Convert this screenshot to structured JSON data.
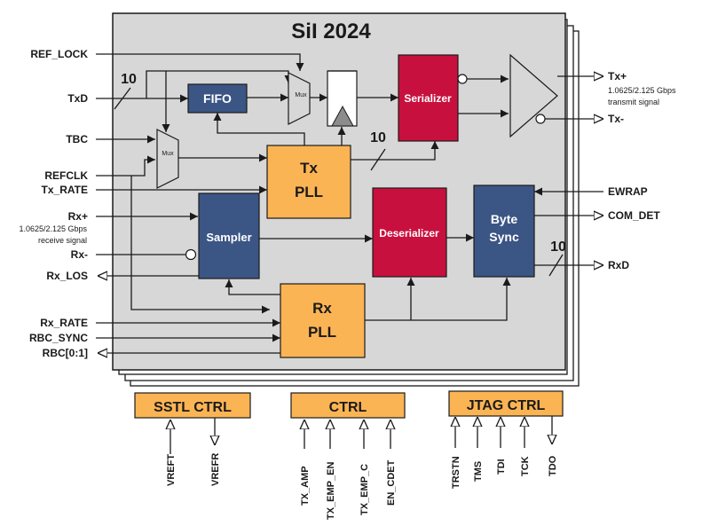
{
  "chip": {
    "title": "SiI 2024"
  },
  "blocks": {
    "fifo": "FIFO",
    "serializer": "Serializer",
    "tx_pll_1": "Tx",
    "tx_pll_2": "PLL",
    "sampler": "Sampler",
    "deserializer": "Deserializer",
    "byte_sync_1": "Byte",
    "byte_sync_2": "Sync",
    "rx_pll_1": "Rx",
    "rx_pll_2": "PLL",
    "mux_top": "Mux",
    "mux_left": "Mux"
  },
  "bus_widths": {
    "txd": "10",
    "tx_pll_out": "10",
    "rxd": "10"
  },
  "left_pins": {
    "ref_lock": "REF_LOCK",
    "txd": "TxD",
    "tbc": "TBC",
    "refclk": "REFCLK",
    "tx_rate": "Tx_RATE",
    "rx_plus": "Rx+",
    "rx_note_1": "1.0625/2.125 Gbps",
    "rx_note_2": "receive signal",
    "rx_minus": "Rx-",
    "rx_los": "Rx_LOS",
    "rx_rate": "Rx_RATE",
    "rbc_sync": "RBC_SYNC",
    "rbc": "RBC[0:1]"
  },
  "right_pins": {
    "tx_plus": "Tx+",
    "tx_note_1": "1.0625/2.125 Gbps",
    "tx_note_2": "transmit signal",
    "tx_minus": "Tx-",
    "ewrap": "EWRAP",
    "com_det": "COM_DET",
    "rxd": "RxD"
  },
  "ctrl_groups": {
    "sstl": {
      "title": "SSTL CTRL",
      "pins": [
        "VREFT",
        "VREFR"
      ]
    },
    "ctrl": {
      "title": "CTRL",
      "pins": [
        "TX_AMP",
        "TX_EMP_EN",
        "TX_EMP_C",
        "EN_CDET"
      ]
    },
    "jtag": {
      "title": "JTAG CTRL",
      "pins": [
        "TRSTN",
        "TMS",
        "TDI",
        "TCK",
        "TDO"
      ]
    }
  },
  "colors": {
    "blue_block": "#3b5585",
    "red_block": "#c8103e",
    "orange_block": "#fbb454",
    "chip_fill": "#d7d7d7"
  }
}
